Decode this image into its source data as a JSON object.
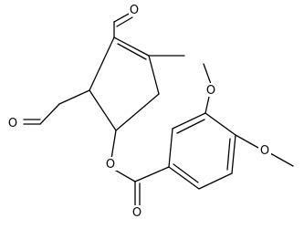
{
  "molecule": {
    "atoms": [
      {
        "id": "O_ald1",
        "symbol": "O"
      },
      {
        "id": "O_ald2",
        "symbol": "O"
      },
      {
        "id": "O_ester",
        "symbol": "O"
      },
      {
        "id": "O_carbonyl",
        "symbol": "O"
      },
      {
        "id": "O_meo3",
        "symbol": "O"
      },
      {
        "id": "O_meo4",
        "symbol": "O"
      }
    ]
  },
  "colors": {
    "bond": "#000000",
    "background": "#ffffff"
  }
}
